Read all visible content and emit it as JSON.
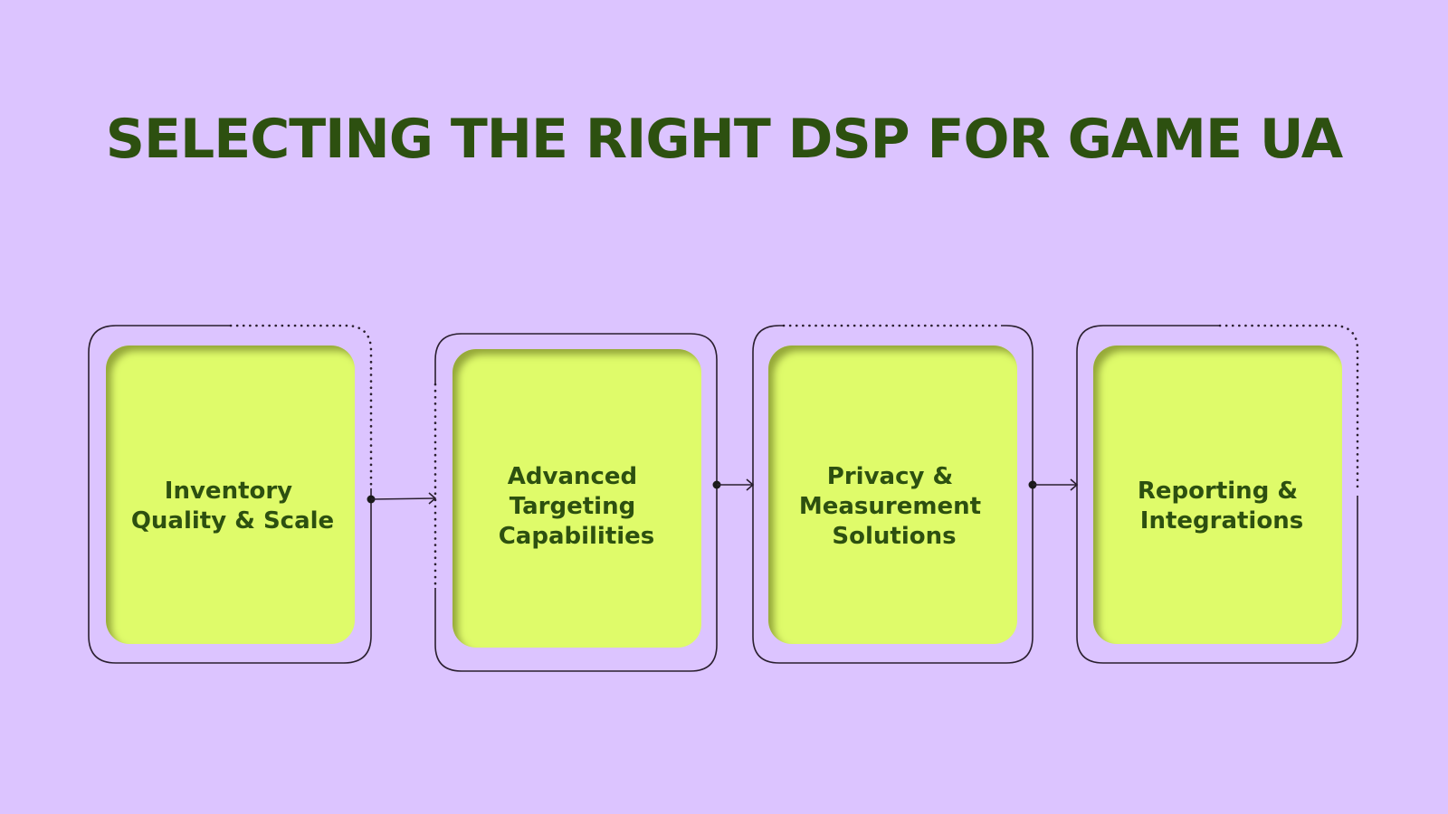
{
  "title": "SELECTING THE RIGHT DSP FOR GAME UA",
  "colors": {
    "background": "#dcc4ff",
    "title": "#2d5010",
    "card_fill": "#dffb6a",
    "card_text": "#2d5010",
    "outline": "#2a1f2f"
  },
  "steps": [
    {
      "lines": [
        "Inventory",
        "Quality & Scale"
      ]
    },
    {
      "lines": [
        "Advanced",
        "Targeting",
        "Capabilities"
      ]
    },
    {
      "lines": [
        "Privacy &",
        "Measurement",
        "Solutions"
      ]
    },
    {
      "lines": [
        "Reporting &",
        "Integrations"
      ]
    }
  ]
}
